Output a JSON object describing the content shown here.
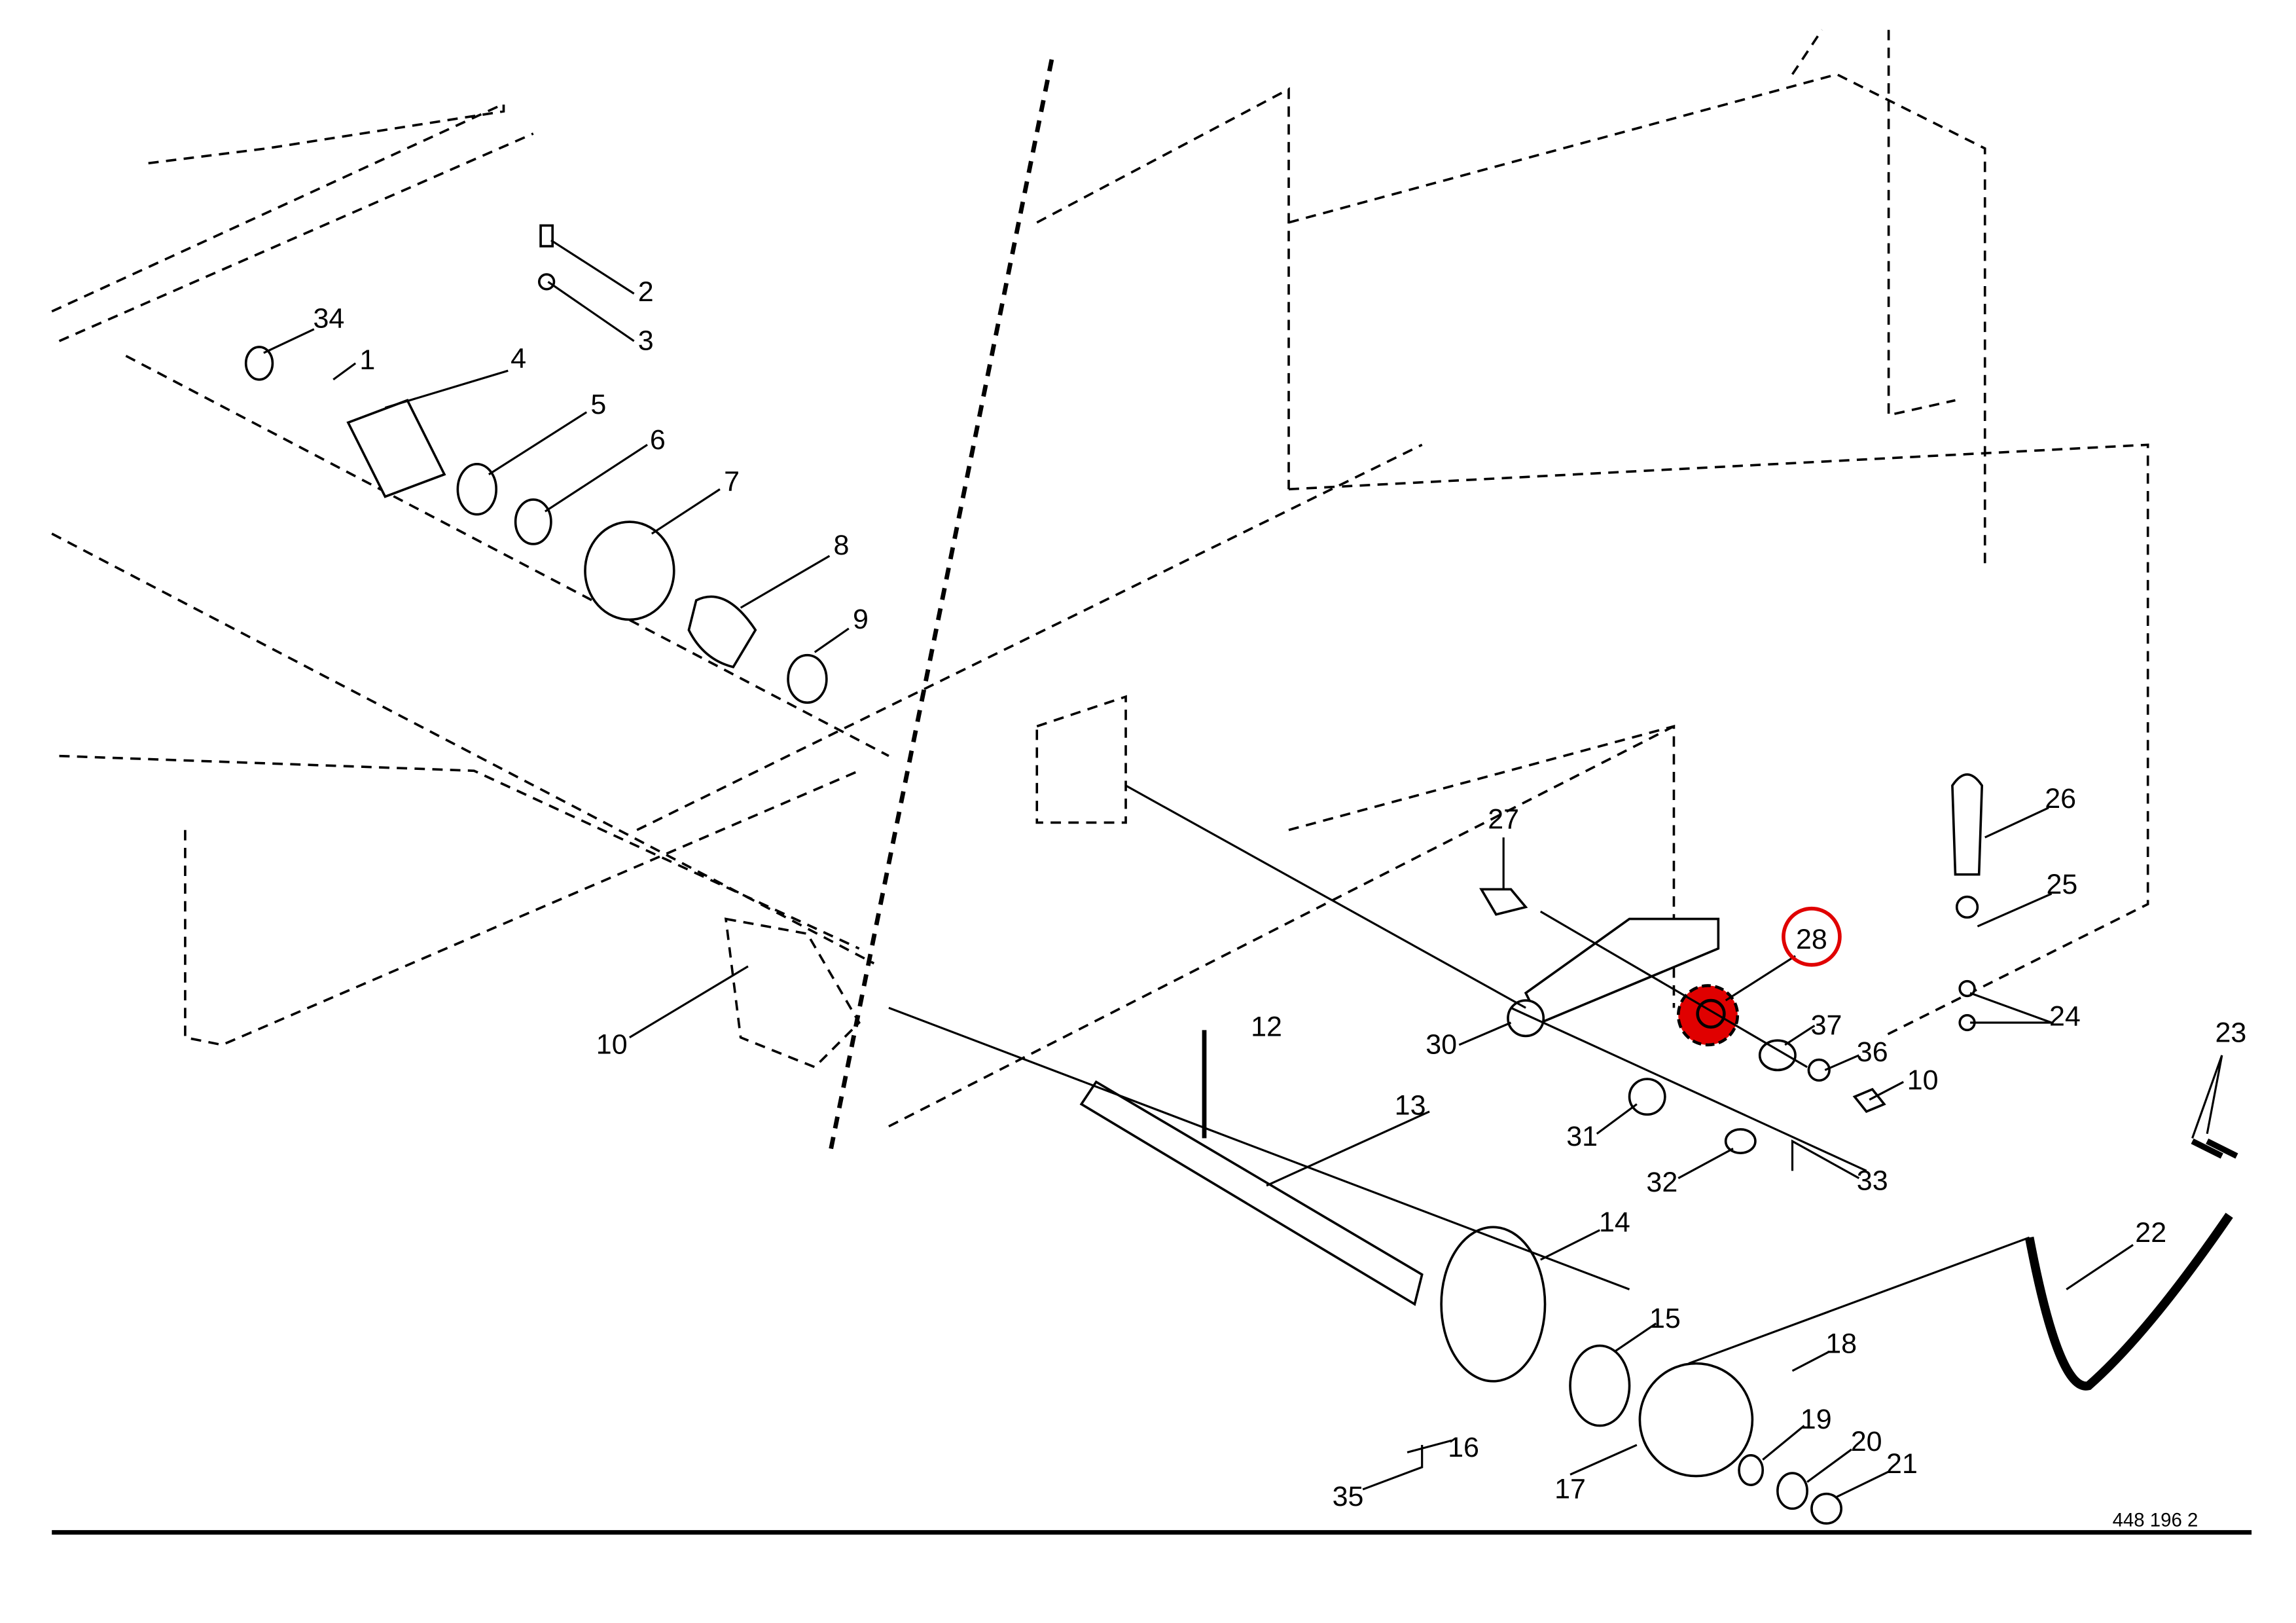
{
  "diagram": {
    "drawing_number": "448 196 2",
    "highlight_color": "#e00000",
    "highlighted_part": "28",
    "callouts": [
      "34",
      "1",
      "2",
      "3",
      "4",
      "5",
      "6",
      "7",
      "8",
      "9",
      "10",
      "12",
      "13",
      "14",
      "15",
      "16",
      "17",
      "18",
      "19",
      "20",
      "21",
      "22",
      "23",
      "24",
      "25",
      "26",
      "27",
      "28",
      "30",
      "31",
      "32",
      "33",
      "35",
      "36",
      "37",
      "10"
    ]
  }
}
